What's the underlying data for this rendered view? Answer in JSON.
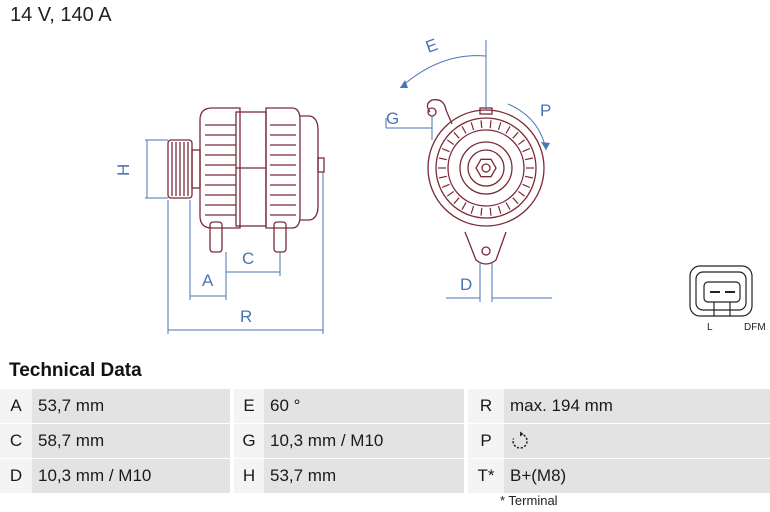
{
  "header": {
    "title": "14 V, 140 A"
  },
  "drawing": {
    "dimension_labels": {
      "A": "A",
      "C": "C",
      "D": "D",
      "E": "E",
      "G": "G",
      "H": "H",
      "P": "P",
      "R": "R"
    },
    "connector": {
      "left_label": "L",
      "right_label": "DFM"
    }
  },
  "technical_data": {
    "title": "Technical Data",
    "rows": [
      [
        {
          "key": "A",
          "value": "53,7 mm"
        },
        {
          "key": "E",
          "value": "60 °"
        },
        {
          "key": "R",
          "value": "max. 194 mm"
        }
      ],
      [
        {
          "key": "C",
          "value": "58,7 mm"
        },
        {
          "key": "G",
          "value": "10,3 mm / M10"
        },
        {
          "key": "P",
          "value": "",
          "icon": "rotation-clockwise-icon"
        }
      ],
      [
        {
          "key": "D",
          "value": "10,3 mm / M10"
        },
        {
          "key": "H",
          "value": "53,7 mm"
        },
        {
          "key": "T*",
          "value": "B+(M8)"
        }
      ]
    ],
    "footnote": "* Terminal"
  },
  "colors": {
    "dimension_blue": "#4a74b5",
    "outline": "#7a2a3a",
    "table_bg": "#e3e3e3",
    "key_bg": "#f4f4f4"
  }
}
